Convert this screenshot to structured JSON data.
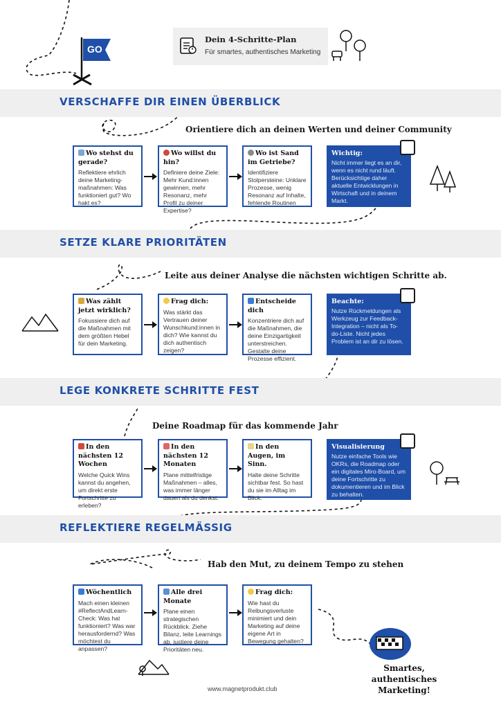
{
  "header": {
    "go_flag": "GO",
    "plan_title": "Dein 4-Schritte-Plan",
    "plan_subtitle": "Für smartes, authentisches Marketing"
  },
  "colors": {
    "accent": "#1f4fa8",
    "band": "#efefef",
    "text": "#1a1a1a"
  },
  "sections": [
    {
      "title": "VERSCHAFFE DIR EINEN ÜBERBLICK",
      "subtitle": "Orientiere dich an deinen Werten und deiner Community",
      "steps": [
        {
          "icon": "magnifier-icon",
          "title": "Wo stehst du gerade?",
          "text": "Reflektiere ehrlich deine Marketing-maßnahmen: Was funktioniert gut? Wo hakt es?"
        },
        {
          "icon": "target-icon",
          "title": "Wo willst du hin?",
          "text": "Definiere deine Ziele: Mehr Kund:innen gewinnen, mehr Resonanz, mehr Profil zu deiner Expertise?"
        },
        {
          "icon": "gear-icon",
          "title": "Wo ist Sand im Getriebe?",
          "text": "Identifiziere Stolpersteine: Unklare Prozesse, wenig Resonanz auf Inhalte, fehlende Routinen"
        }
      ],
      "note": {
        "title": "Wichtig:",
        "text": "Nicht immer liegt es an dir, wenn es nicht rund läuft. Berücksichtige daher aktuelle Entwicklungen in Wirtschaft und in deinem Markt."
      }
    },
    {
      "title": "SETZE KLARE PRIORITÄTEN",
      "subtitle": "Leite aus deiner Analyse die nächsten wichtigen Schritte ab.",
      "steps": [
        {
          "icon": "key-icon",
          "title": "Was zählt jetzt wirklich?",
          "text": "Fokussiere dich auf die Maßnahmen mit dem größten Hebel für dein Marketing."
        },
        {
          "icon": "lightbulb-icon",
          "title": "Frag dich:",
          "text": "Was stärkt das Vertrauen deiner Wunschkund:innen in dich? Wie kannst du dich authentisch zeigen?"
        },
        {
          "icon": "shuffle-icon",
          "title": "Entscheide dich",
          "text": "Konzentriere dich auf die Maßnahmen, die deine Einzigartigkeit unterstreichen. Gestalte deine Prozesse effizient."
        }
      ],
      "note": {
        "title": "Beachte:",
        "text": "Nutze Rückmeldungen als Werkzeug zur Feedback-Integration – nicht als To-do-Liste. Nicht jedes Problem ist an dir zu lösen."
      }
    },
    {
      "title": "LEGE KONKRETE SCHRITTE FEST",
      "subtitle": "Deine Roadmap für das kommende Jahr",
      "steps": [
        {
          "icon": "calendar-icon",
          "title": "In den nächsten 12 Wochen",
          "text": "Welche Quick Wins kannst du angehen, um direkt erste Fortschritte zu erleben?"
        },
        {
          "icon": "chart-up-icon",
          "title": "In den nächsten 12 Monaten",
          "text": "Plane mittelfristige Maßnahmen – alles, was immer länger dauert als du denkst."
        },
        {
          "icon": "memo-icon",
          "title": "In den Augen, im Sinn.",
          "text": "Halte deine Schritte sichtbar fest. So hast du sie im Alltag im Blick."
        }
      ],
      "note": {
        "title": "Visualisierung",
        "text": "Nutze einfache Tools wie OKRs, die Roadmap oder ein digitales Miro-Board, um deine Fortschritte zu dokumentieren und im Blick zu behalten."
      }
    },
    {
      "title": "REFLEKTIERE REGELMÄSSIG",
      "subtitle": "Hab den Mut, zu deinem Tempo zu stehen",
      "steps": [
        {
          "icon": "repeat-icon",
          "title": "Wöchentlich",
          "text": "Mach einen kleinen #ReflectAndLearn-Check: Was hat funktioniert? Was war herausfordernd? Was möchtest du anpassen?"
        },
        {
          "icon": "bar-chart-icon",
          "title": "Alle drei Monate",
          "text": "Plane einen strategischen Rückblick. Ziehe Bilanz, leite Learnings ab, justiere deine Prioritäten neu."
        },
        {
          "icon": "lightbulb-icon",
          "title": "Frag dich:",
          "text": "Wie hast du Reibungsverluste minimiert und dein Marketing auf deine eigene Art in Bewegung gehalten?"
        }
      ]
    }
  ],
  "closing": "Smartes, authentisches Marketing!",
  "footer": {
    "url": "www.magnetprodukt.club"
  }
}
